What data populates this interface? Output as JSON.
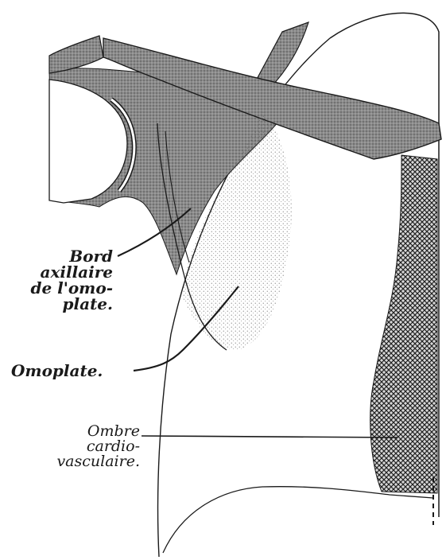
{
  "labels": {
    "bord_axillaire": {
      "line1": "Bord",
      "line2": "axillaire",
      "line3": "de l'omo-",
      "line4": "plate."
    },
    "omoplate": "Omoplate.",
    "ombre_cardio": {
      "line1": "Ombre",
      "line2": "cardio-",
      "line3": "vasculaire."
    }
  },
  "colors": {
    "ink": "#1a1a1a",
    "shade": "#8a8a8a",
    "paper": "#ffffff"
  }
}
